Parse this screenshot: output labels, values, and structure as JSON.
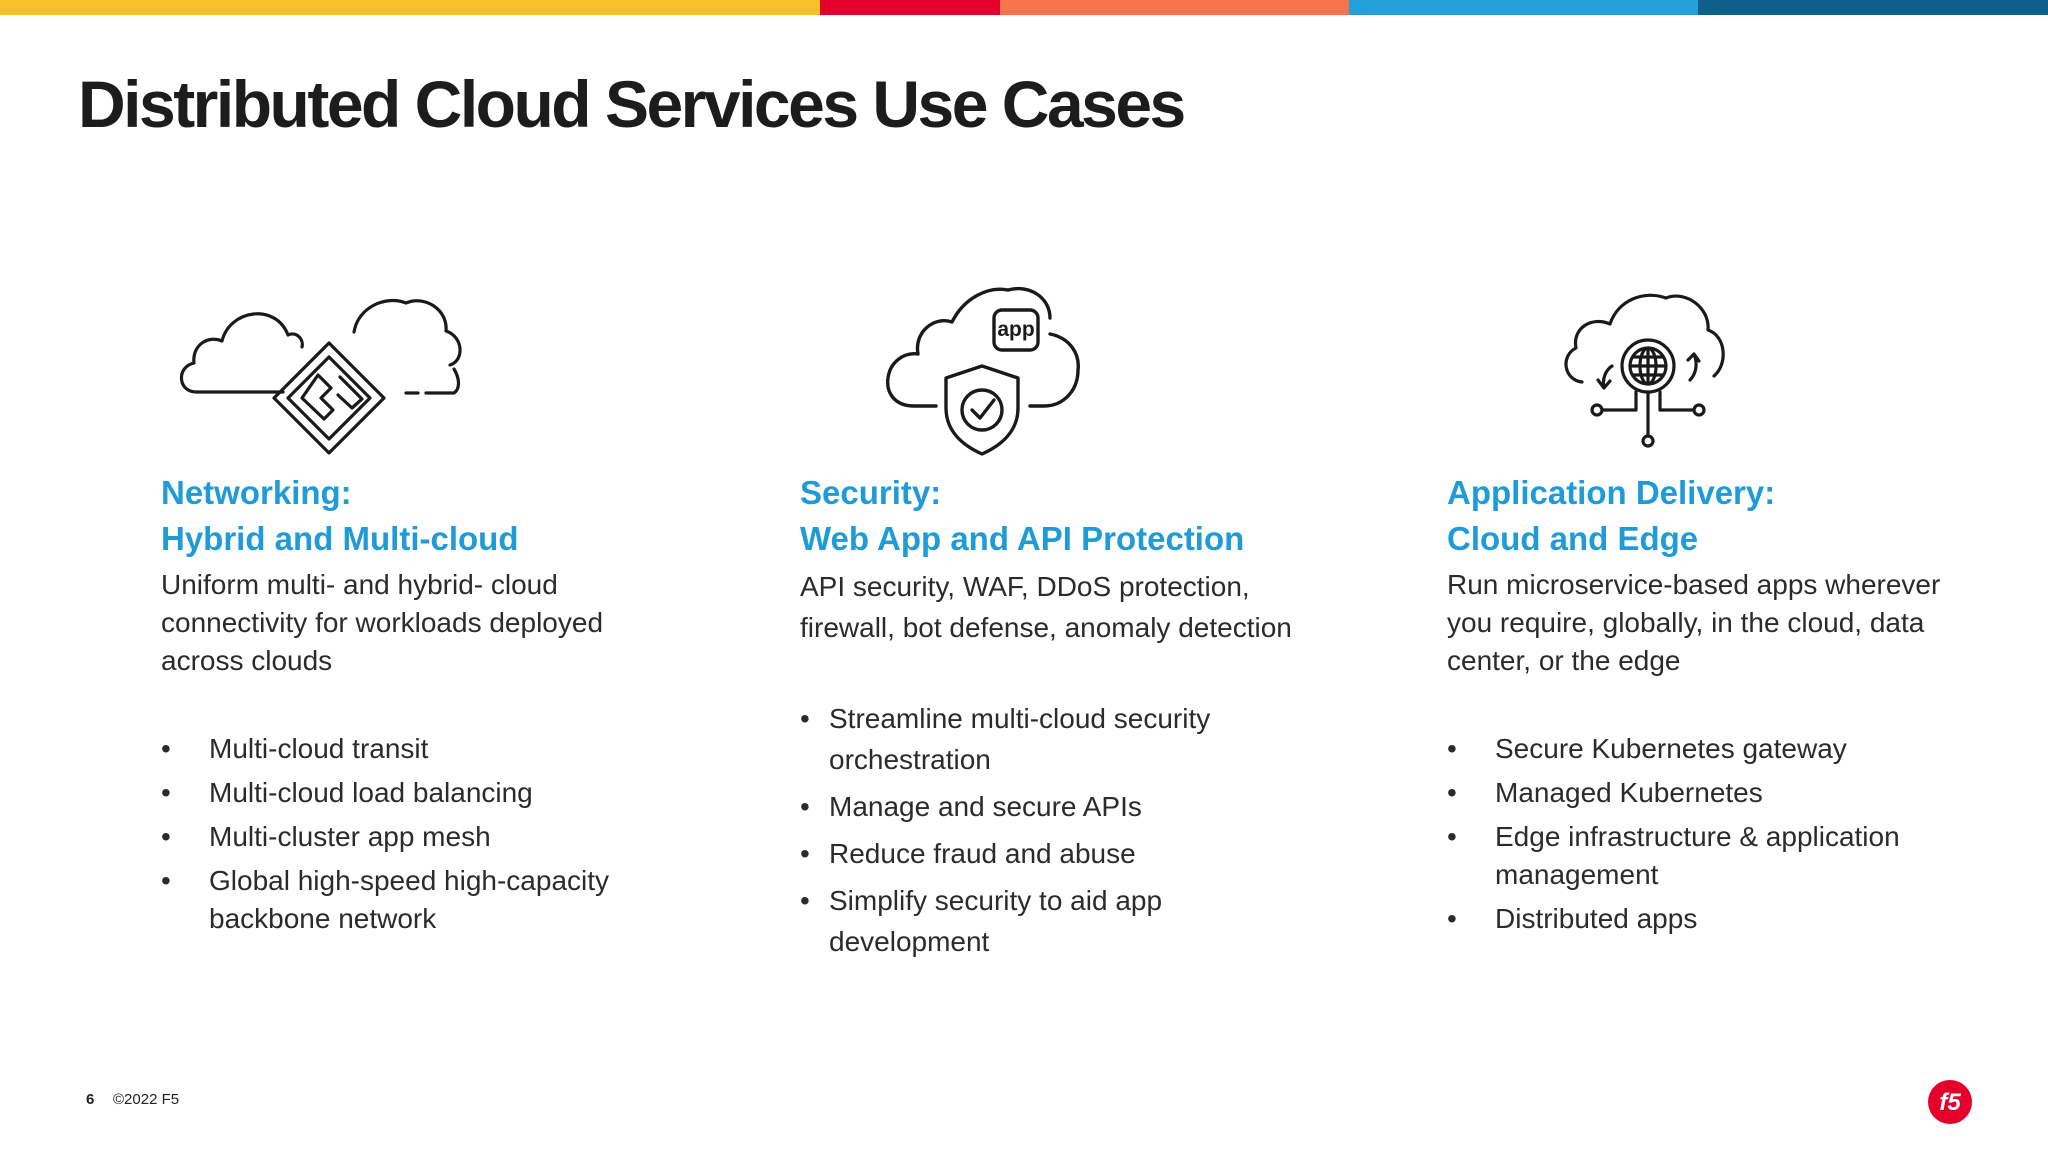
{
  "colors": {
    "accent": "#1f9bd7",
    "bar": [
      "#f8c02b",
      "#e4002b",
      "#f6744b",
      "#239fdb",
      "#0e5f8c"
    ],
    "logo": "#e4002b"
  },
  "slide": {
    "title": "Distributed Cloud Services Use Cases",
    "page_number": "6",
    "copyright": "©2022 F5",
    "logo": "f5"
  },
  "columns": [
    {
      "icon": "two-clouds-connected-icon",
      "heading1": "Networking:",
      "heading2": "Hybrid and Multi-cloud",
      "description": "Uniform multi- and hybrid- cloud connectivity for workloads deployed across clouds",
      "bullets": [
        "Multi-cloud transit",
        "Multi-cloud load balancing",
        "Multi-cluster app mesh",
        "Global high-speed high-capacity backbone network"
      ]
    },
    {
      "icon": "cloud-shield-app-icon",
      "icon_label": "app",
      "heading1": "Security:",
      "heading2": "Web App and API Protection",
      "description": "API security, WAF, DDoS protection, firewall, bot defense, anomaly detection",
      "bullets": [
        "Streamline multi-cloud security orchestration",
        "Manage and secure APIs",
        "Reduce fraud and abuse",
        "Simplify security to aid app development"
      ]
    },
    {
      "icon": "cloud-globe-network-icon",
      "heading1": "Application Delivery:",
      "heading2": "Cloud and Edge",
      "description": "Run microservice-based apps wherever you require, globally, in the cloud, data center, or the edge",
      "bullets": [
        "Secure Kubernetes gateway",
        "Managed Kubernetes",
        "Edge infrastructure & application management",
        "Distributed apps"
      ]
    }
  ]
}
